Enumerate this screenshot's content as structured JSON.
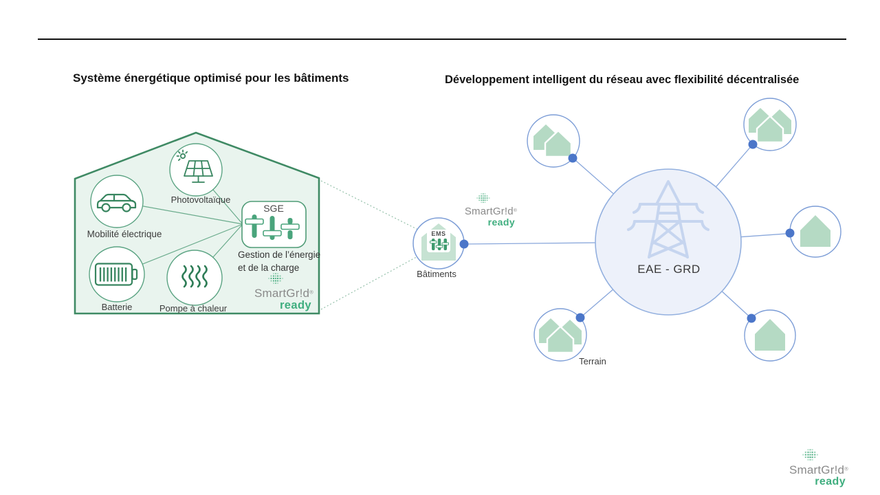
{
  "titles": {
    "left": "Système énergétique optimisé pour les bâtiments",
    "right": "Développement intelligent du réseau avec flexibilité décentralisée"
  },
  "building_system": {
    "photovoltaic_label": "Photovoltaïque",
    "mobility_label": "Mobilité électrique",
    "battery_label": "Batterie",
    "heat_pump_label": "Pompe à chaleur",
    "sge_label": "SGE",
    "sge_caption_line1": "Gestion de l’énergie",
    "sge_caption_line2": "et de la charge"
  },
  "network": {
    "buildings_label": "Bâtiments",
    "ems_label": "EMS",
    "hub_label": "EAE - GRD",
    "terrain_label": "Terrain"
  },
  "logo": {
    "name": "SmartGr!d",
    "registered": "®",
    "tagline": "ready"
  },
  "colors": {
    "house_border_green": "#3f8a64",
    "house_fill_green": "#e9f4ee",
    "icon_green": "#37855f",
    "satellite_house_green": "#b5dac4",
    "blue_border": "#7b9cd6",
    "hub_fill": "#edf1fa",
    "line_blue": "#89a7db",
    "node_dot_blue": "#4b76c9",
    "pylon_blue": "#c6d5ef",
    "logo_grey": "#8a8a8a",
    "logo_green": "#3fae7f"
  }
}
